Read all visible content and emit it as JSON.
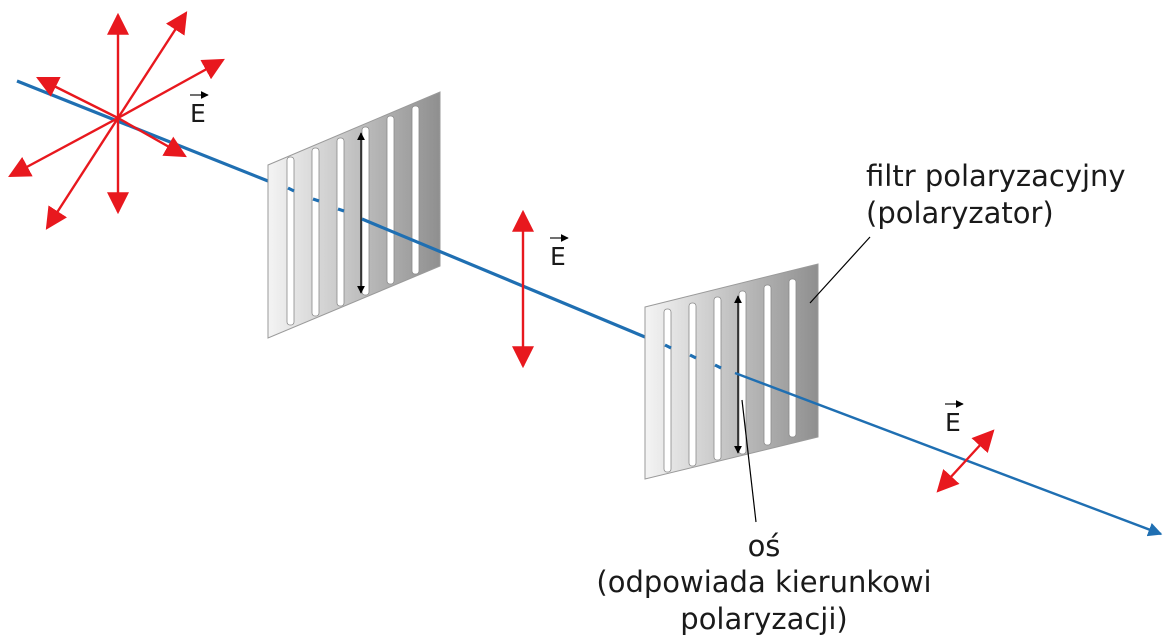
{
  "labels": {
    "field_vector": "E",
    "filter_line1": "filtr polaryzacyjny",
    "filter_line2": "(polaryzator)",
    "axis_line1": "oś",
    "axis_line2": "(odpowiada kierunkowi",
    "axis_line3": "polaryzacji)"
  },
  "colors": {
    "beam": "#1f6fb2",
    "field_arrows": "#e8181e",
    "axis_arrows": "#000000",
    "text": "#1a1a1a",
    "leader_line": "#000000"
  },
  "icons": {
    "beam_end": "arrowhead-right-icon",
    "vectors": "double-headed-arrow-icon"
  }
}
